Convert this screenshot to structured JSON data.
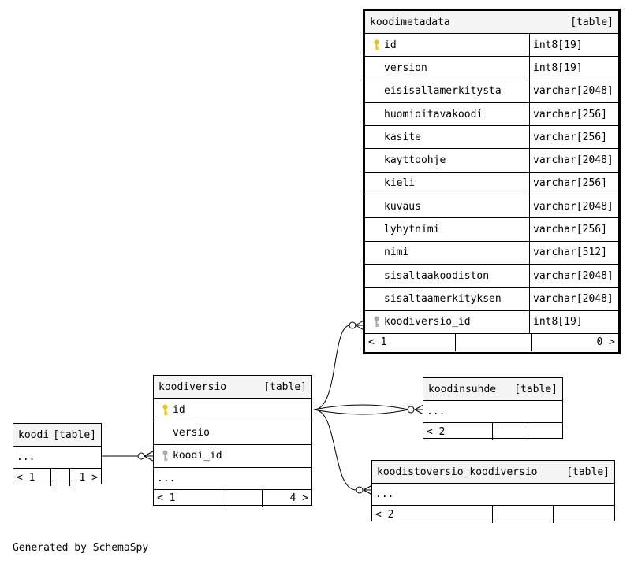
{
  "koodimetadata": {
    "name": "koodimetadata",
    "kind": "[table]",
    "columns": [
      {
        "name": "id",
        "type": "int8[19]",
        "key": "primary-key"
      },
      {
        "name": "version",
        "type": "int8[19]",
        "key": ""
      },
      {
        "name": "eisisallamerkitysta",
        "type": "varchar[2048]",
        "key": ""
      },
      {
        "name": "huomioitavakoodi",
        "type": "varchar[256]",
        "key": ""
      },
      {
        "name": "kasite",
        "type": "varchar[256]",
        "key": ""
      },
      {
        "name": "kayttoohje",
        "type": "varchar[2048]",
        "key": ""
      },
      {
        "name": "kieli",
        "type": "varchar[256]",
        "key": ""
      },
      {
        "name": "kuvaus",
        "type": "varchar[2048]",
        "key": ""
      },
      {
        "name": "lyhytnimi",
        "type": "varchar[256]",
        "key": ""
      },
      {
        "name": "nimi",
        "type": "varchar[512]",
        "key": ""
      },
      {
        "name": "sisaltaakoodiston",
        "type": "varchar[2048]",
        "key": ""
      },
      {
        "name": "sisaltaamerkityksen",
        "type": "varchar[2048]",
        "key": ""
      },
      {
        "name": "koodiversio_id",
        "type": "int8[19]",
        "key": "foreign-key"
      }
    ],
    "footer": {
      "parents": "< 1",
      "middle": "",
      "children": "0 >"
    }
  },
  "koodiversio": {
    "name": "koodiversio",
    "kind": "[table]",
    "columns": [
      {
        "name": "id",
        "key": "primary-key"
      },
      {
        "name": "versio",
        "key": ""
      },
      {
        "name": "koodi_id",
        "key": "foreign-key"
      }
    ],
    "more": "...",
    "footer": {
      "parents": "< 1",
      "middle": "",
      "children": "4 >"
    }
  },
  "koodi": {
    "name": "koodi",
    "kind": "[table]",
    "more": "...",
    "footer": {
      "parents": "< 1",
      "middle": "",
      "children": "1 >"
    }
  },
  "koodinsuhde": {
    "name": "koodinsuhde",
    "kind": "[table]",
    "more": "...",
    "footer": {
      "parents": "< 2",
      "middle": "",
      "children": ""
    }
  },
  "koodistoversio_koodiversio": {
    "name": "koodistoversio_koodiversio",
    "kind": "[table]",
    "more": "...",
    "footer": {
      "parents": "< 2",
      "middle": "",
      "children": ""
    }
  },
  "colors": {
    "primary_key": "#e6c700",
    "foreign_key": "#a8a8a8",
    "header_bg": "#f4f4f4"
  },
  "generated_by": "Generated by SchemaSpy"
}
